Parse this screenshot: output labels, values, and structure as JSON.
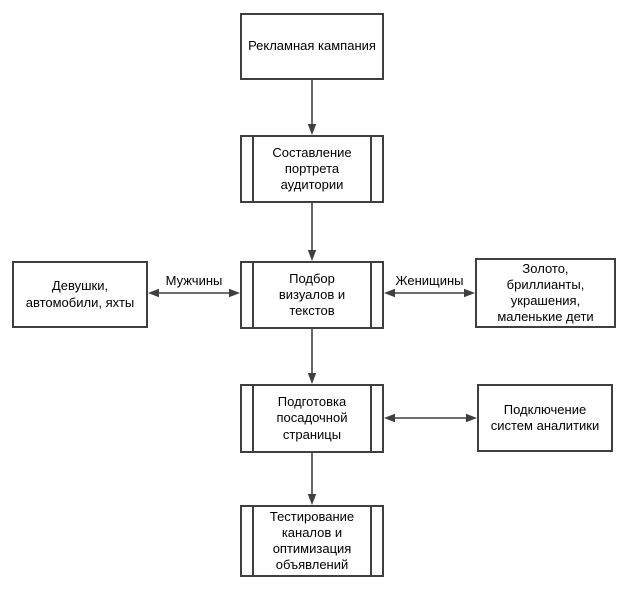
{
  "diagram": {
    "nodes": {
      "campaign": {
        "label": "Рекламная кампания",
        "type": "process"
      },
      "audience": {
        "label": "Составление\nпортрета\nаудитории",
        "type": "subprocess"
      },
      "visuals": {
        "label": "Подбор\nвизуалов и\nтекстов",
        "type": "subprocess"
      },
      "men_interests": {
        "label": "Девушки,\nавтомобили, яхты",
        "type": "process"
      },
      "women_interests": {
        "label": "Золото,\nбриллианты,\nукрашения,\nмаленькие дети",
        "type": "process"
      },
      "landing": {
        "label": "Подготовка\nпосадочной\nстраницы",
        "type": "subprocess"
      },
      "analytics": {
        "label": "Подключение\nсистем аналитики",
        "type": "process"
      },
      "testing": {
        "label": "Тестирование\nканалов и\nоптимизация\nобъявлений",
        "type": "subprocess"
      }
    },
    "edge_labels": {
      "men": "Мужчины",
      "women": "Женищины"
    },
    "colors": {
      "stroke": "#3f3f3f",
      "text": "#000000",
      "node_fill": "#ffffff",
      "background": "#ffffff"
    }
  }
}
